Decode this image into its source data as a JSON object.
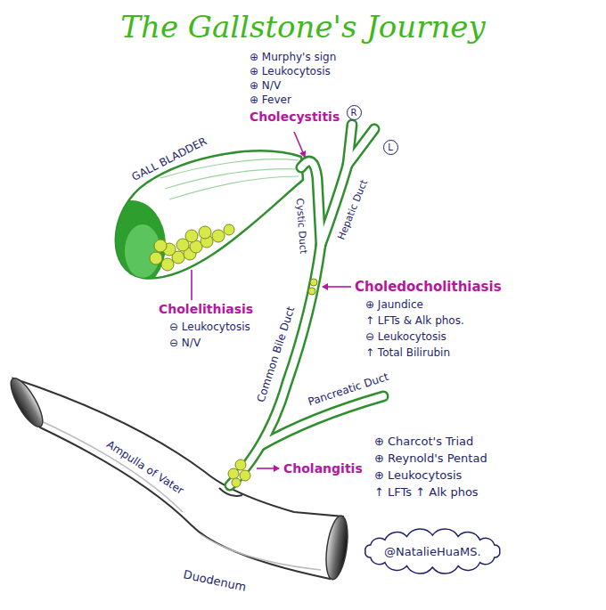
{
  "diagram": {
    "title": "The Gallstone's Journey",
    "nodes": [
      {
        "text": [
          "R"
        ]
      },
      {
        "text": [
          "L"
        ]
      },
      {
        "text": [
          "@NatalieHuaMS."
        ]
      }
    ],
    "labels": [
      "⊕ Murphy's sign",
      "⊕ Leukocytosis",
      "⊕ N/V",
      "⊕ Fever",
      "Cholecystitis",
      "GALL BLADDER",
      "Cystic Duct",
      "Hepatic Duct",
      "Choledocholithiasis",
      "⊕ Jaundice",
      "↑ LFTs & Alk phos.",
      "⊖ Leukocytosis",
      "↑ Total Bilirubin",
      "Cholelithiasis",
      "⊖ Leukocytosis",
      "⊖ N/V",
      "Common Bile Duct",
      "Pancreatic Duct",
      "⊕ Charcot's Triad",
      "⊕ Reynold's Pentad",
      "⊕ Leukocytosis",
      "↑ LFTs ↑ Alk phos",
      "Cholangitis",
      "Ampulla of Vater",
      "Duodenum"
    ]
  }
}
